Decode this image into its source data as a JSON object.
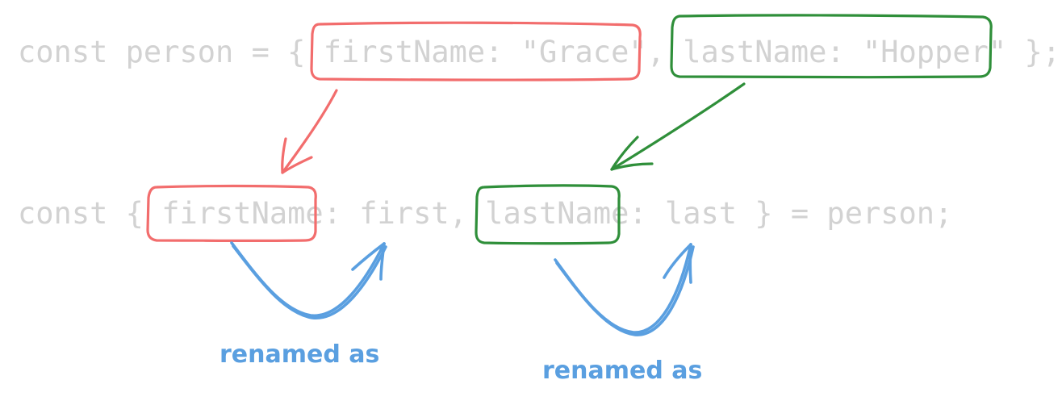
{
  "code": {
    "line1": "const person = { firstName: \"Grace\", lastName: \"Hopper\" };",
    "line2": "const { firstName: first, lastName: last } = person;"
  },
  "annotations": {
    "left_label": "renamed as",
    "right_label": "renamed as"
  },
  "colors": {
    "code_text": "#d2d2d2",
    "first_name_highlight": "#f26d6d",
    "last_name_highlight": "#2f8f3a",
    "rename_arrow": "#5a9fe0"
  }
}
